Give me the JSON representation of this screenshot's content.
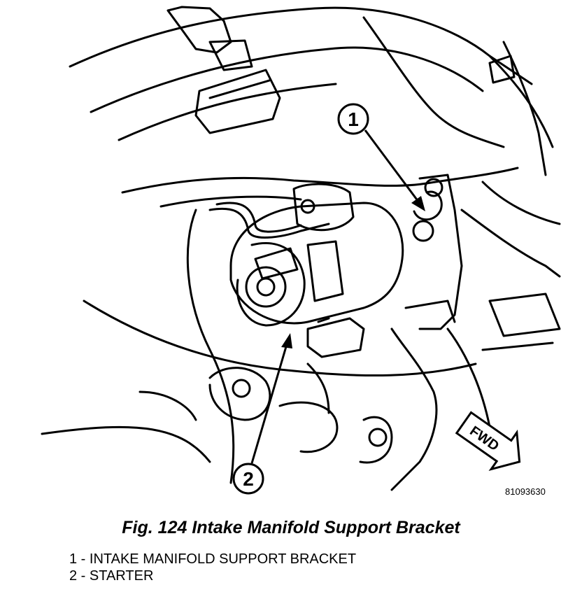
{
  "figure": {
    "callouts": [
      {
        "number": "1"
      },
      {
        "number": "2"
      }
    ],
    "fwd_label": "FWD",
    "reference_number": "81093630",
    "caption": "Fig. 124 Intake Manifold Support Bracket"
  },
  "legend": {
    "items": [
      {
        "text": "1 - INTAKE MANIFOLD SUPPORT BRACKET"
      },
      {
        "text": "2 - STARTER"
      }
    ]
  }
}
